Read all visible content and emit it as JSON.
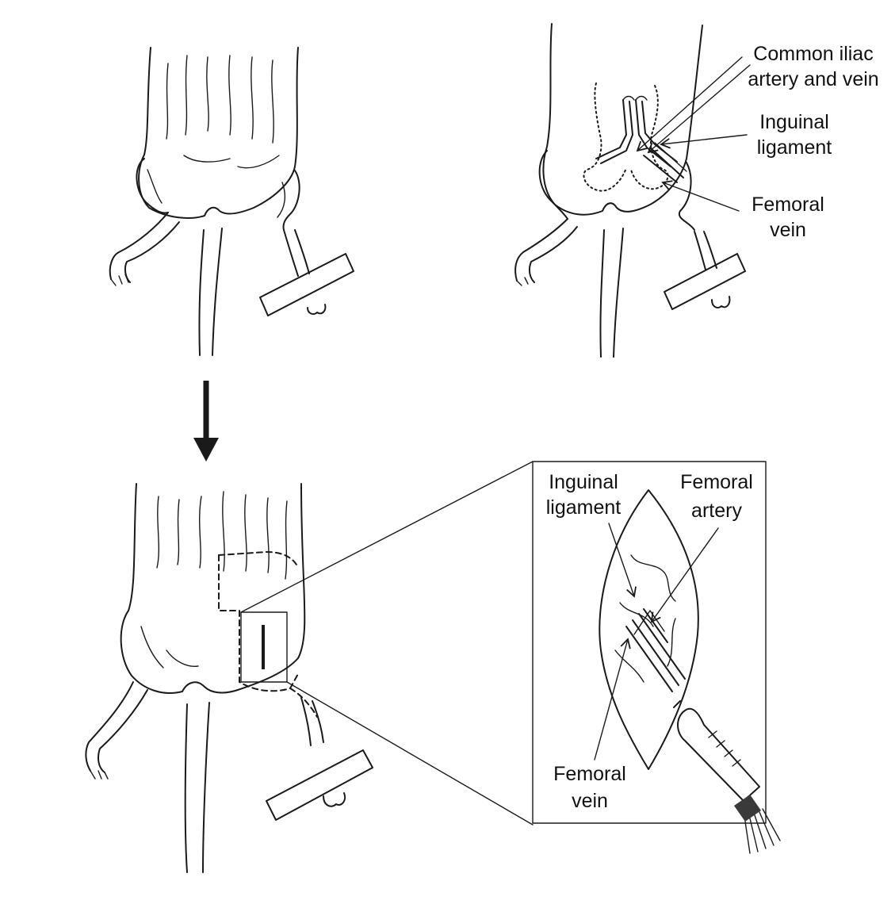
{
  "panels": {
    "top_left": {},
    "top_right": {
      "labels": {
        "common_iliac_line1": "Common iliac",
        "common_iliac_line2": "artery and vein",
        "inguinal_line1": "Inguinal",
        "inguinal_line2": "ligament",
        "femoral_vein_line1": "Femoral",
        "femoral_vein_line2": "vein"
      }
    },
    "bottom_left": {},
    "inset": {
      "labels": {
        "inguinal_line1": "Inguinal",
        "inguinal_line2": "ligament",
        "femoral_artery_line1": "Femoral",
        "femoral_artery_line2": "artery",
        "femoral_vein_line1": "Femoral",
        "femoral_vein_line2": "vein"
      }
    }
  },
  "colors": {
    "ink": "#1a1a1a",
    "background": "#ffffff",
    "syringe_band": "#3a3a3a"
  }
}
